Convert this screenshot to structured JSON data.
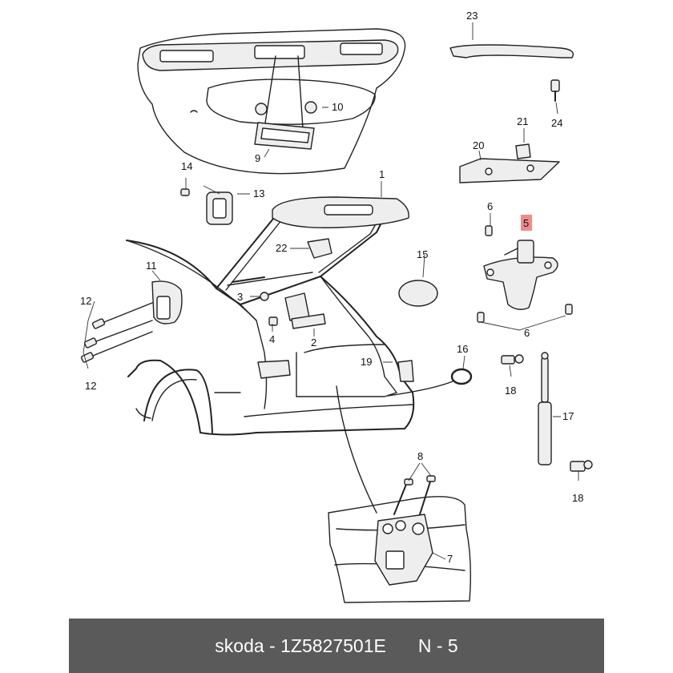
{
  "callouts": {
    "c1": "1",
    "c2": "2",
    "c3": "3",
    "c4": "4",
    "c5": "5",
    "c6a": "6",
    "c6b": "6",
    "c7": "7",
    "c8": "8",
    "c9": "9",
    "c10": "10",
    "c11": "11",
    "c12a": "12",
    "c12b": "12",
    "c13": "13",
    "c14": "14",
    "c15": "15",
    "c16": "16",
    "c17": "17",
    "c18a": "18",
    "c18b": "18",
    "c19": "19",
    "c20": "20",
    "c21": "21",
    "c22": "22",
    "c23": "23",
    "c24": "24"
  },
  "highlight_color": "#f08a8a",
  "footer": {
    "part_text": "skoda - 1Z5827501E",
    "ref_text": "N - 5"
  },
  "footer_bg": "#5a5a5a"
}
